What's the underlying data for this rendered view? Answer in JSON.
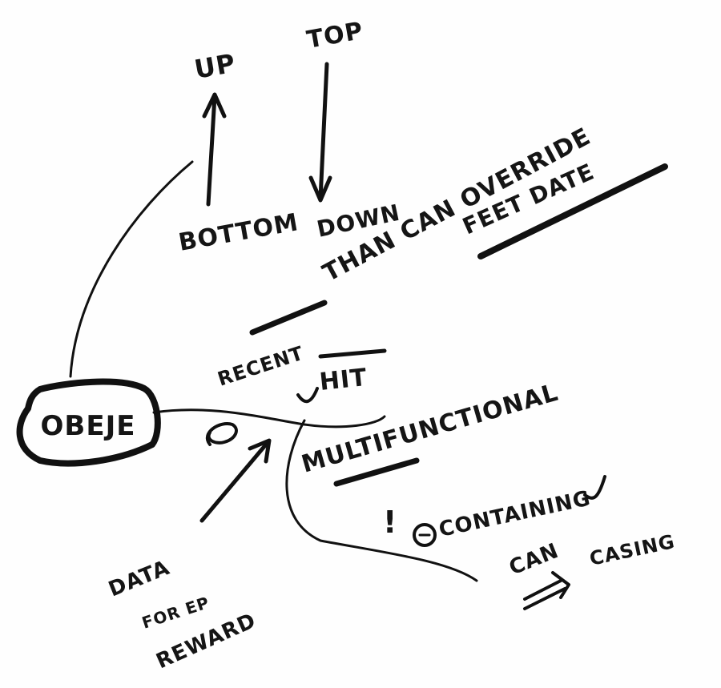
{
  "diagram": {
    "center_node": "OBEJE",
    "labels": {
      "up": "UP",
      "top": "TOP",
      "bottom": "BOTTOM",
      "down": "DOWN",
      "than_can_override": "THAN CAN OVERRIDE",
      "feet_date": "FEET DATE",
      "recent": "RECENT",
      "hit": "HIT",
      "multifunctional": "MULTIFUNCTIONAL",
      "exclamation": "!",
      "containing": "CONTAINING",
      "can": "CAN",
      "casing": "CASING",
      "data_line1": "DATA",
      "data_line2": "FOR EP",
      "data_line3": "REWARD"
    }
  },
  "colors": {
    "ink": "#111111",
    "paper": "#fefefe"
  }
}
